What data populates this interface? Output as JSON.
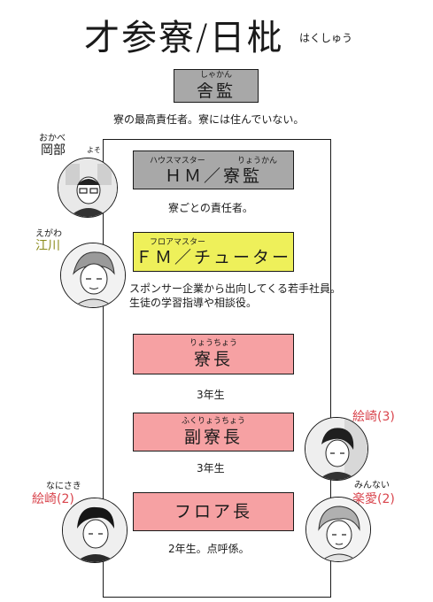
{
  "title": "才参寮/日枇",
  "title_ruby": "はくしゅう",
  "roles": [
    {
      "ruby": "しゃかん",
      "label": "舎監",
      "description": "寮の最高責任者。寮には住んでいない。"
    },
    {
      "ruby_left": "ハウスマスター",
      "ruby_right": "りょうかん",
      "label": "ＨＭ／寮監",
      "description": "寮ごとの責任者。"
    },
    {
      "ruby_left": "フロアマスター",
      "label": "ＦＭ／チューター",
      "description_lines": [
        "スポンサー企業から出向してくる若手社員。",
        "生徒の学習指導や相談役。"
      ]
    },
    {
      "ruby": "りょうちょう",
      "label": "寮長",
      "description": "3年生"
    },
    {
      "ruby": "ふくりょうちょう",
      "label": "副寮長",
      "description": "3年生"
    },
    {
      "label": "フロア長",
      "description": "2年生。点呼係。"
    }
  ],
  "people": [
    {
      "reading": "おかべ",
      "name": "岡部",
      "sub": "よそ"
    },
    {
      "reading": "えがわ",
      "name": "江川"
    },
    {
      "name": "絵崎(3)"
    },
    {
      "reading": "なにさき",
      "name": "絵崎(2)"
    },
    {
      "reading": "みんない",
      "name": "楽愛(2)"
    }
  ]
}
